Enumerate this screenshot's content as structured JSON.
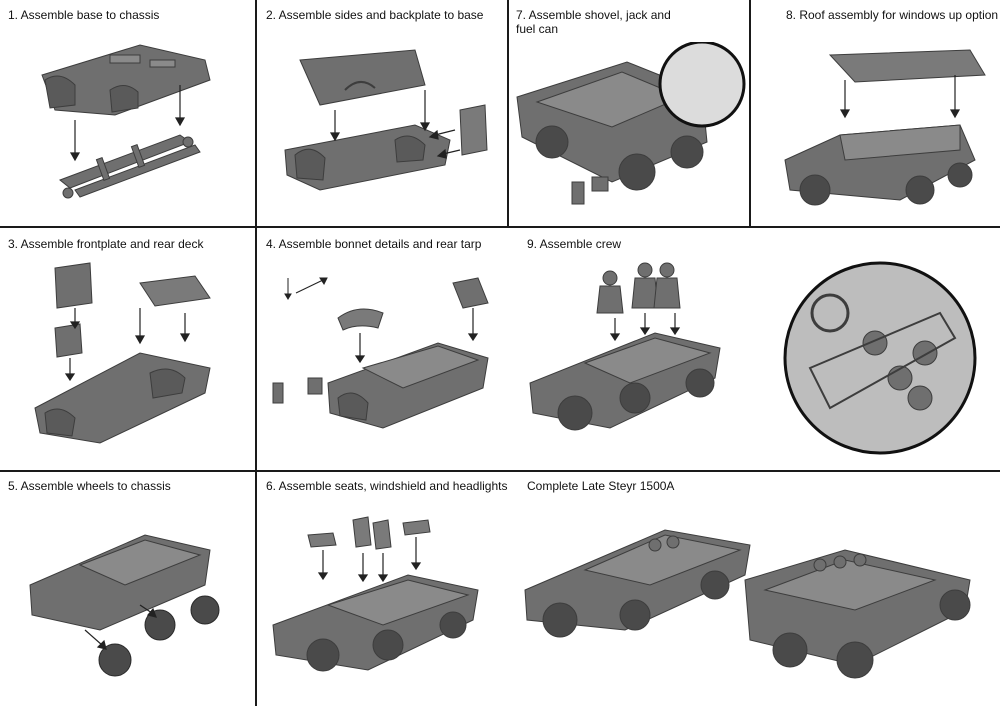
{
  "steps": [
    {
      "label": "1. Assemble base to chassis"
    },
    {
      "label": "2. Assemble sides and backplate to base"
    },
    {
      "label": "7. Assemble shovel, jack and fuel can"
    },
    {
      "label": "8. Roof assembly for windows up option"
    },
    {
      "label": "3. Assemble frontplate and rear deck"
    },
    {
      "label": "4. Assemble bonnet details and rear tarp"
    },
    {
      "label": "9. Assemble crew"
    },
    {
      "label": "5. Assemble wheels to chassis"
    },
    {
      "label": "6. Assemble seats, windshield and headlights"
    },
    {
      "label": "Complete Late Steyr 1500A"
    }
  ],
  "colors": {
    "part_fill": "#6f6f6f",
    "part_light": "#9a9a9a",
    "part_dark": "#3d3d3d",
    "rule": "#1a1a1a"
  }
}
